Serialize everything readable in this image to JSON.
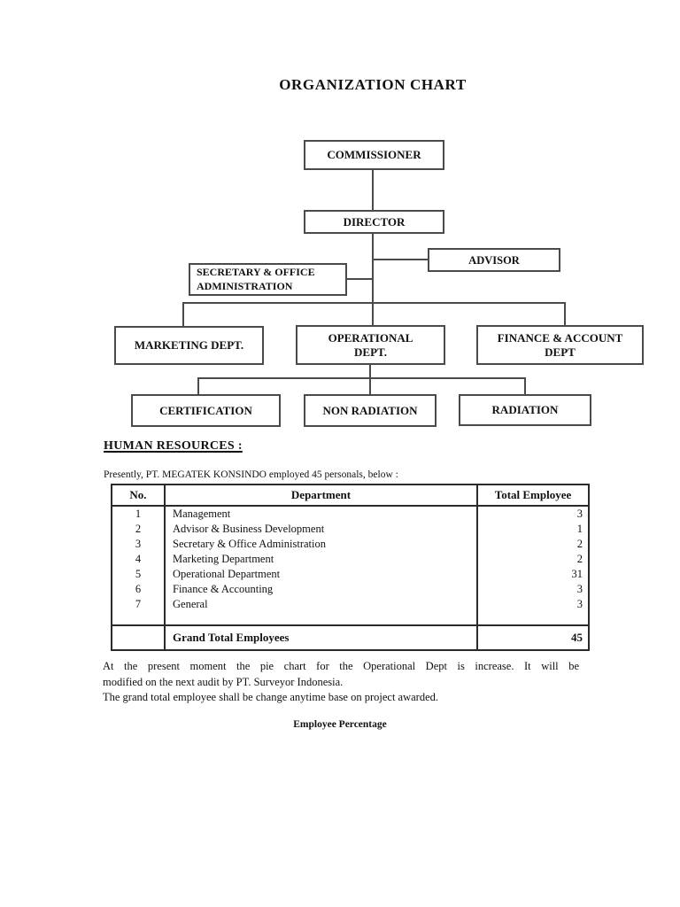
{
  "page": {
    "title": "ORGANIZATION CHART",
    "background_color": "#ffffff",
    "ink_color": "#111111",
    "line_color": "#4a4a4a"
  },
  "org_chart": {
    "nodes": [
      {
        "id": "commissioner",
        "lines": [
          "COMMISSIONER"
        ]
      },
      {
        "id": "director",
        "lines": [
          "DIRECTOR"
        ]
      },
      {
        "id": "advisor",
        "lines": [
          "ADVISOR"
        ]
      },
      {
        "id": "secretary",
        "lines": [
          "SECRETARY & OFFICE",
          "ADMINISTRATION"
        ]
      },
      {
        "id": "marketing",
        "lines": [
          "MARKETING DEPT."
        ]
      },
      {
        "id": "operational",
        "lines": [
          "OPERATIONAL",
          "DEPT."
        ]
      },
      {
        "id": "finance",
        "lines": [
          "FINANCE & ACCOUNT",
          "DEPT"
        ]
      },
      {
        "id": "certification",
        "lines": [
          "CERTIFICATION"
        ]
      },
      {
        "id": "non_radiation",
        "lines": [
          "NON RADIATION"
        ]
      },
      {
        "id": "radiation",
        "lines": [
          "RADIATION"
        ]
      }
    ]
  },
  "human_resources": {
    "heading": "HUMAN RESOURCES :",
    "intro": "Presently, PT. MEGATEK KONSINDO employed 45 personals, below :",
    "table": {
      "headers": [
        "No.",
        "Department",
        "Total Employee"
      ],
      "rows": [
        {
          "no": "1",
          "department": "Management",
          "total": "3"
        },
        {
          "no": "2",
          "department": "Advisor & Business Development",
          "total": "1"
        },
        {
          "no": "3",
          "department": "Secretary & Office Administration",
          "total": "2"
        },
        {
          "no": "4",
          "department": "Marketing Department",
          "total": "2"
        },
        {
          "no": "5",
          "department": "Operational Department",
          "total": "31"
        },
        {
          "no": "6",
          "department": "Finance & Accounting",
          "total": "3"
        },
        {
          "no": "7",
          "department": "General",
          "total": "3"
        }
      ],
      "total_label": "Grand Total Employees",
      "total_value": "45"
    }
  },
  "notes": {
    "lines": [
      "At the present moment the pie chart for the Operational Dept is increase. It will be",
      "modified on the next audit by PT. Surveyor Indonesia.",
      "The grand total employee shall be change anytime base on project awarded."
    ]
  },
  "chart_caption": "Employee Percentage"
}
